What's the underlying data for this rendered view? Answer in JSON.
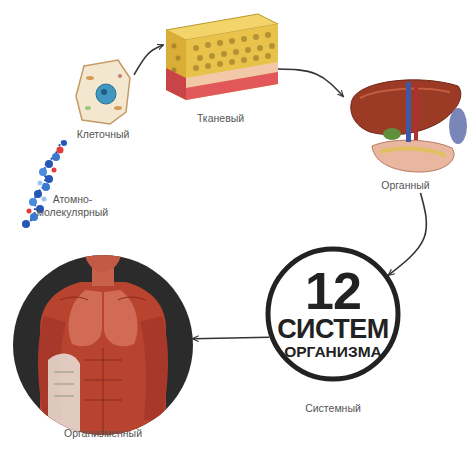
{
  "diagram": {
    "nodes": [
      {
        "text": [
          "Атомно-молекулярный"
        ]
      },
      {
        "text": [
          "Клеточный"
        ]
      },
      {
        "text": [
          "Тканевый"
        ]
      },
      {
        "text": [
          "Органный"
        ]
      },
      {
        "text": [
          "12",
          "СИСТЕМ",
          "ОРГАНИЗМА",
          "Системный"
        ]
      },
      {
        "text": [
          "Организменный"
        ]
      }
    ],
    "edges": [
      {
        "from": 1,
        "to": 2,
        "arrow": "to"
      },
      {
        "from": 2,
        "to": 3,
        "arrow": "to"
      },
      {
        "from": 3,
        "to": 4,
        "arrow": "to"
      },
      {
        "from": 4,
        "to": 5,
        "arrow": "to"
      }
    ]
  }
}
